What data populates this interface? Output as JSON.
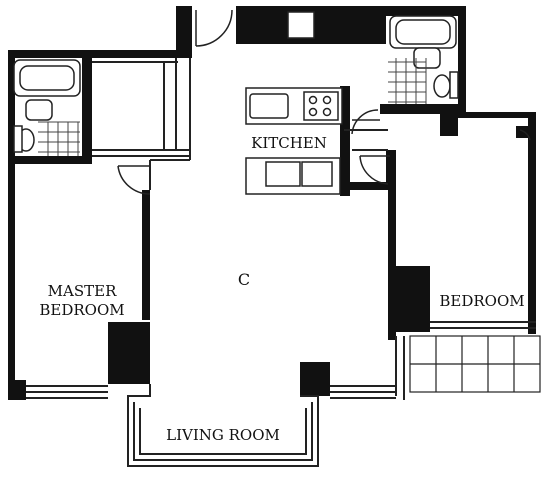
{
  "plan": {
    "unit_letter": "C",
    "rooms": {
      "kitchen": "KITCHEN",
      "master_bedroom_line1": "MASTER",
      "master_bedroom_line2": "BEDROOM",
      "bedroom": "BEDROOM",
      "living_room": "LIVING ROOM"
    },
    "colors": {
      "wall": "#111111",
      "line": "#222222",
      "background": "#ffffff"
    }
  }
}
